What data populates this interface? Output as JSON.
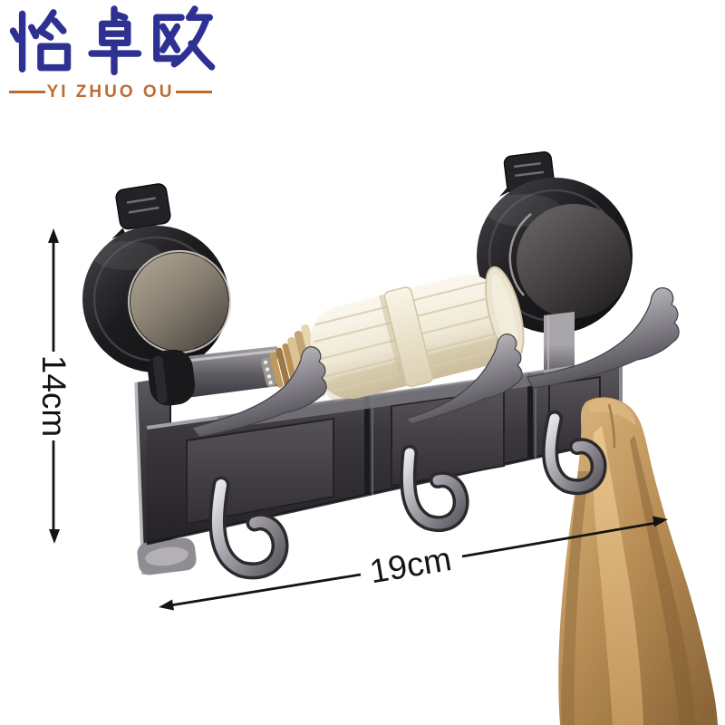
{
  "page": {
    "background": "#ffffff"
  },
  "logo": {
    "brand_cn": "怡卓欧",
    "brand_en": "YI ZHUO OU",
    "cn_color": "#2e3192",
    "en_color": "#bd6b35"
  },
  "dimensions": {
    "height_label": "14cm",
    "width_label": "19cm",
    "line_color": "#141414"
  },
  "scene": {
    "subject": "wall-mounted 3-hook rack with two suction cups holding a rolled umbrella, towel hanging on right hook",
    "colors": {
      "suction_cup_black": "#1b1a1d",
      "cup_face_left": "#a39a8c",
      "cup_face_right": "#4e4a4c",
      "rail_metal_dark": "#39373c",
      "steel_highlight": "#d9d9dd",
      "umbrella_cream": "#f1ead8",
      "umbrella_gold_rings": "#b68c4f",
      "towel_camel": "#b98e57"
    }
  }
}
